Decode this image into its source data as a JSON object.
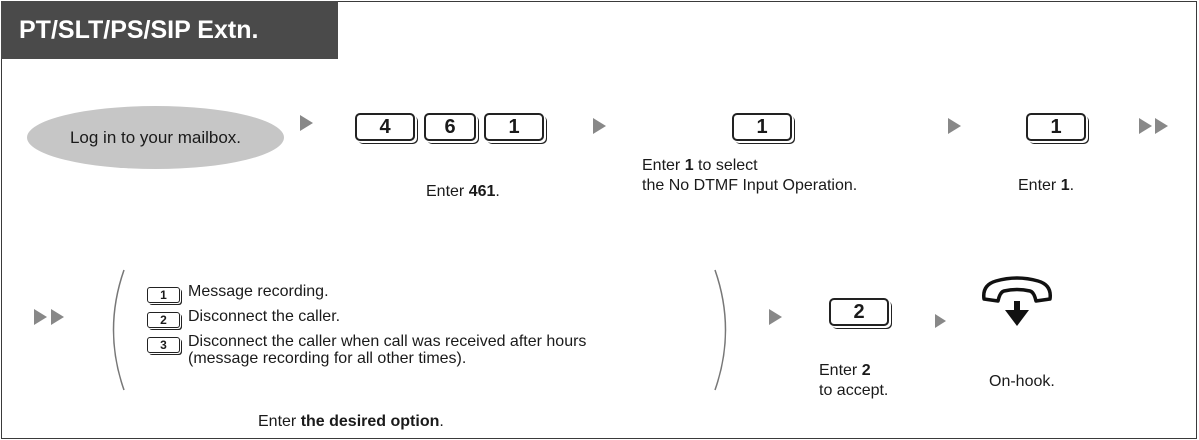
{
  "header": {
    "title": "PT/SLT/PS/SIP Extn."
  },
  "row1": {
    "start_label": "Log in to your mailbox.",
    "step1": {
      "keys": [
        "4",
        "6",
        "1"
      ],
      "caption_prefix": "Enter ",
      "caption_bold": "461",
      "caption_suffix": "."
    },
    "step2": {
      "key": "1",
      "caption_line1_prefix": "Enter ",
      "caption_line1_bold": "1",
      "caption_line1_suffix": " to select",
      "caption_line2": "the No DTMF Input Operation."
    },
    "step3": {
      "key": "1",
      "caption_prefix": "Enter ",
      "caption_bold": "1",
      "caption_suffix": "."
    }
  },
  "row2": {
    "options": [
      {
        "key": "1",
        "text": "Message recording."
      },
      {
        "key": "2",
        "text": "Disconnect the caller."
      },
      {
        "key": "3",
        "text": "Disconnect the caller when call was received after hours",
        "text2": "(message recording for all other times)."
      }
    ],
    "options_caption_prefix": "Enter ",
    "options_caption_bold": "the desired option",
    "options_caption_suffix": ".",
    "step_accept": {
      "key": "2",
      "caption_line1_prefix": "Enter ",
      "caption_line1_bold": "2",
      "caption_line2": "to accept."
    },
    "onhook": {
      "icon": "on-hook-handset-icon",
      "caption": "On-hook."
    }
  },
  "colors": {
    "header_bg": "#4a4a4a",
    "oval_bg": "#c6c6c6",
    "arrow": "#888888"
  }
}
